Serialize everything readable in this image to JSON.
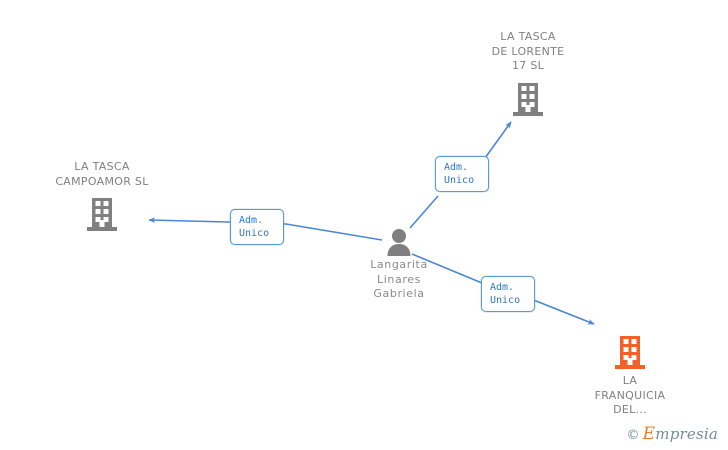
{
  "diagram": {
    "background": "#ffffff",
    "edge_color": "#4a86d8",
    "company_gray": "#808080",
    "company_orange": "#f4602c",
    "person_color": "#7f7f7f",
    "label_border": "#5b9bd5",
    "label_text_color": "#2f76c4"
  },
  "nodes": {
    "center_person": {
      "icon": "person-icon",
      "label": "Langarita\nLinares\nGabriela",
      "color": "#7f7f7f"
    },
    "company_top": {
      "icon": "building-icon",
      "label": "LA TASCA\nDE LORENTE\n17 SL",
      "color": "#808080"
    },
    "company_left": {
      "icon": "building-icon",
      "label": "LA TASCA\nCAMPOAMOR SL",
      "color": "#808080"
    },
    "company_bottom_right": {
      "icon": "building-icon",
      "label": "LA\nFRANQUICIA\nDEL...",
      "color": "#f4602c"
    }
  },
  "edges": [
    {
      "name": "edge-to-campoamor",
      "label": "Adm.\nUnico"
    },
    {
      "name": "edge-to-de-lorente",
      "label": "Adm.\nUnico"
    },
    {
      "name": "edge-to-franquicia",
      "label": "Adm.\nUnico"
    }
  ],
  "watermark": {
    "copyright": "©",
    "brand_initial": "E",
    "brand_rest": "mpresia"
  }
}
